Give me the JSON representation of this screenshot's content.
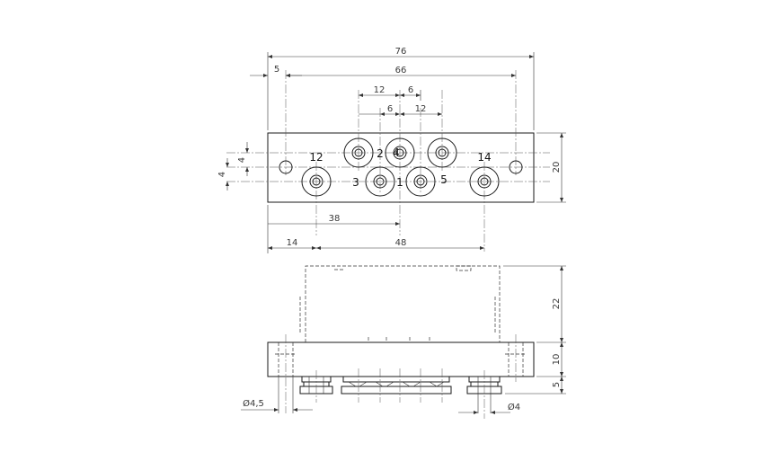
{
  "drawing": {
    "top_dimensions": {
      "overall_width": "76",
      "edge_hole_offset": "5",
      "edge_hole_spacing": "66",
      "upper_pitch_a": "12",
      "upper_pitch_b": "6",
      "lower_pitch_a": "6",
      "lower_pitch_b": "12",
      "height": "20",
      "row_offset_inner": "4",
      "row_offset_outer": "4",
      "port12_to_port1": "38",
      "edge_to_port12": "14",
      "port12_to_port14": "48"
    },
    "port_labels": {
      "p12": "12",
      "p2": "2",
      "p4": "4",
      "p14": "14",
      "p3": "3",
      "p1": "1",
      "p5": "5"
    },
    "side_dimensions": {
      "body_height": "22",
      "base_height": "10",
      "fitting_height": "5",
      "hole_diameter": "Ø4,5",
      "tube_diameter": "Ø4"
    }
  }
}
